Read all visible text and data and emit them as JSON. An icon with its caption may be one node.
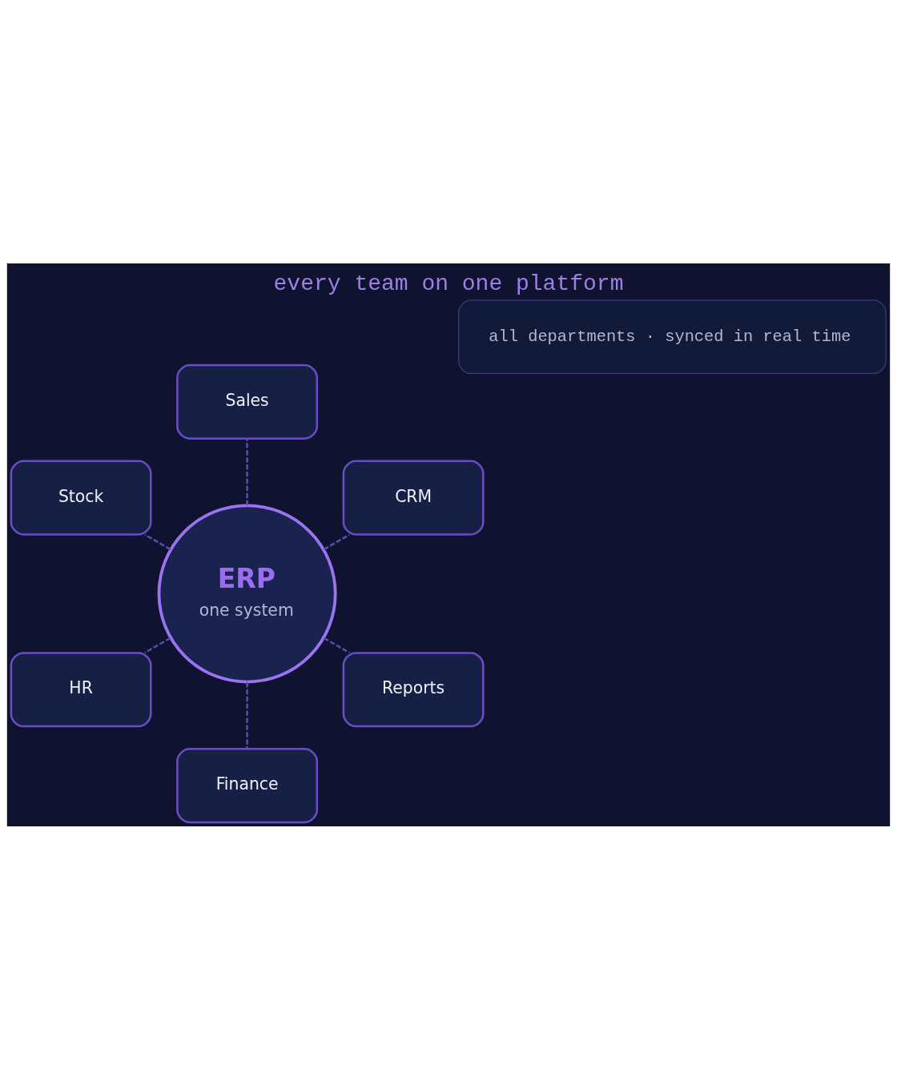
{
  "diagram": {
    "title": "every team on one platform",
    "nodes": [
      {
        "text": [
          "ERP",
          "one system"
        ]
      },
      {
        "text": [
          "CRM"
        ]
      },
      {
        "text": [
          "Sales"
        ]
      },
      {
        "text": [
          "Stock"
        ]
      },
      {
        "text": [
          "HR"
        ]
      },
      {
        "text": [
          "Finance"
        ]
      },
      {
        "text": [
          "Reports"
        ]
      },
      {
        "text": [
          "all departments · synced in real time"
        ]
      }
    ],
    "edges": [
      {
        "from": 0,
        "to": 1,
        "arrow": "none",
        "style": "dashed"
      },
      {
        "from": 0,
        "to": 2,
        "arrow": "none",
        "style": "dashed"
      },
      {
        "from": 0,
        "to": 3,
        "arrow": "none",
        "style": "dashed"
      },
      {
        "from": 0,
        "to": 4,
        "arrow": "none",
        "style": "dashed"
      },
      {
        "from": 0,
        "to": 5,
        "arrow": "none",
        "style": "dashed"
      },
      {
        "from": 0,
        "to": 6,
        "arrow": "none",
        "style": "dashed"
      }
    ]
  }
}
